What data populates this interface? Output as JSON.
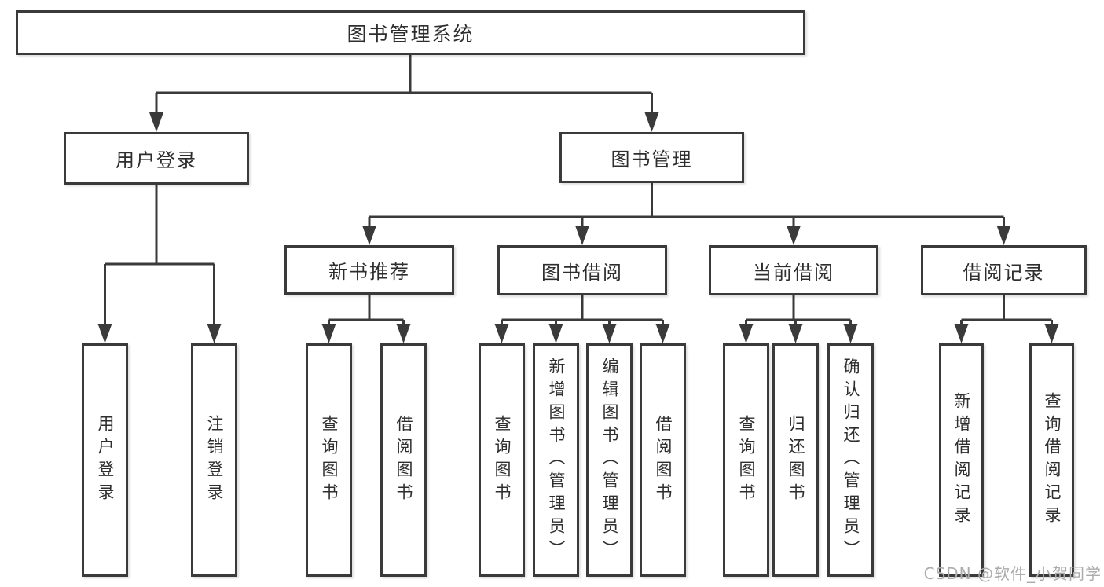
{
  "nodes": {
    "root": "图书管理系统",
    "l2": [
      "用户登录",
      "图书管理"
    ],
    "l3": [
      "新书推荐",
      "图书借阅",
      "当前借阅",
      "借阅记录"
    ],
    "leaves": {
      "login": [
        "用户登录",
        "注销登录"
      ],
      "newbook": [
        "查询图书",
        "借阅图书"
      ],
      "borrow": [
        "查询图书",
        "新增图书（管理员）",
        "编辑图书（管理员）",
        "借阅图书"
      ],
      "current": [
        "查询图书",
        "归还图书",
        "确认归还（管理员）"
      ],
      "record": [
        "新增借阅记录",
        "查询借阅记录"
      ]
    }
  },
  "watermark": "CSDN @软件_小贺同学",
  "colors": {
    "line": "#3a3a3a",
    "text": "#2e2e2e",
    "watermark": "#acacac",
    "background": "#ffffff"
  }
}
